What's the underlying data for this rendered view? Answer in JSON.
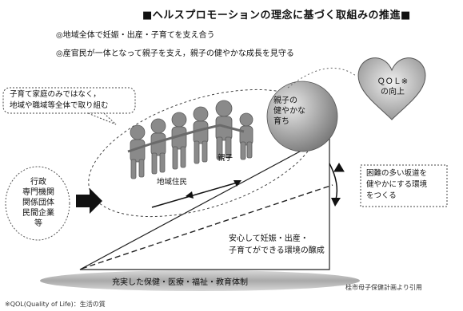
{
  "title": "■ヘルスプロモーションの理念に基づく取組みの推進■",
  "bullets": [
    "◎地域全体で妊娠・出産・子育てを支え合う",
    "◎産官民が一体となって親子を支え，親子の健やかな成長を見守る"
  ],
  "left_bubble": [
    "子育て家庭のみではなく，",
    "地域や職域等全体で取り組む"
  ],
  "left_groups": [
    "行政",
    "専門機関",
    "関係団体",
    "民間企業",
    "等"
  ],
  "ball_text": [
    "親子の",
    "健やかな",
    "育ち"
  ],
  "heart_text": [
    "ＱＯＬ※",
    "の向上"
  ],
  "right_box": [
    "困難の多い坂道を",
    "健やかにする環境",
    "をつくる"
  ],
  "label_community": "地域住民",
  "label_parent": "親子",
  "slope_text": [
    "安心して妊娠・出産・",
    "子育てができる環境の醸成"
  ],
  "base_text": "充実した保健・医療・福祉・教育体制",
  "source": "桂市母子保健計画より引用",
  "footnote": "※QOL(Quality of Life)：生活の質"
}
